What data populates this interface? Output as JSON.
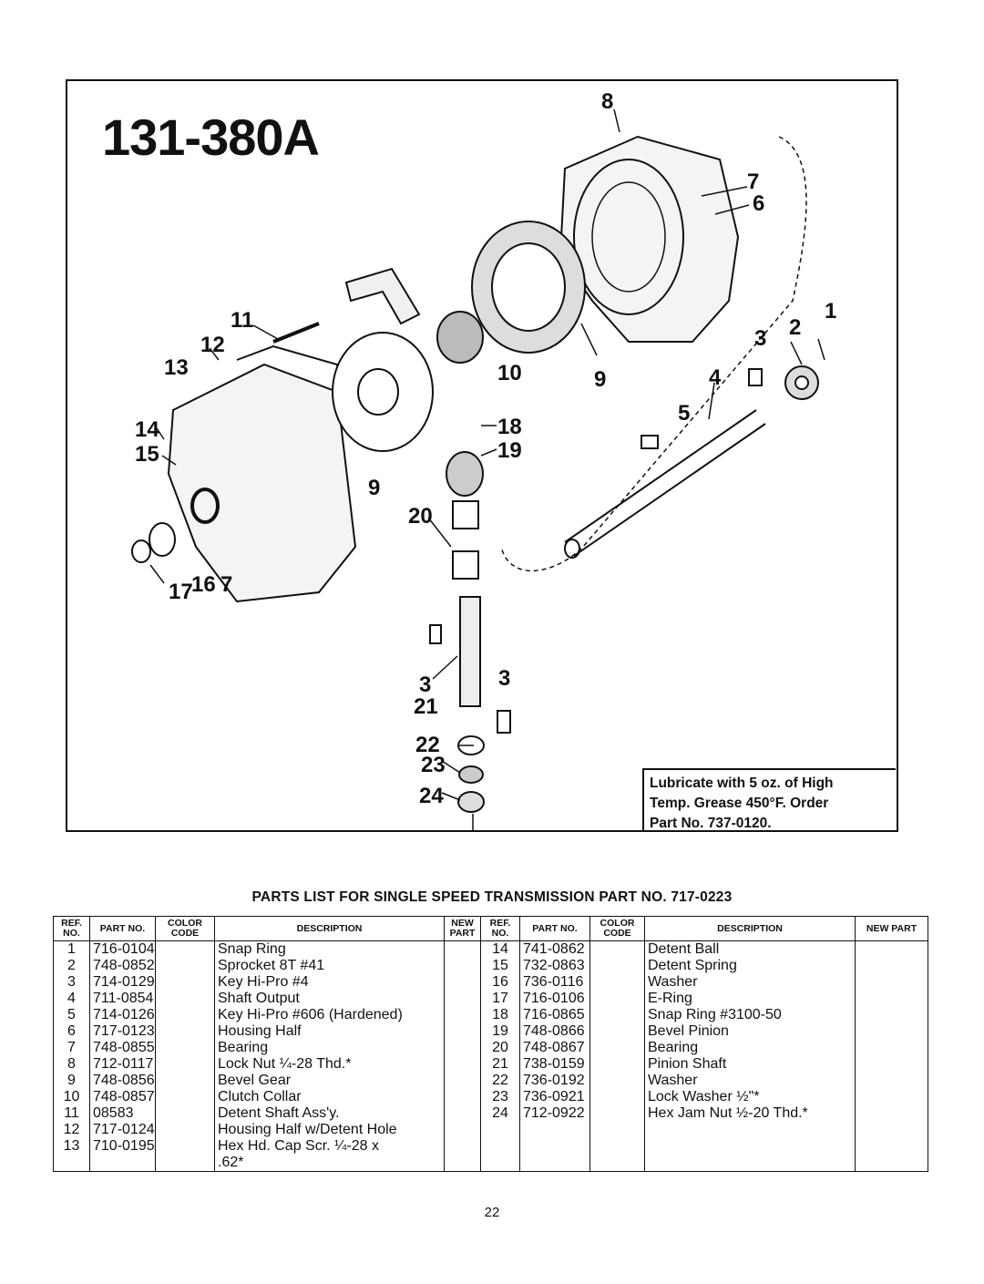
{
  "model_number": "131-380A",
  "callouts": [
    {
      "id": "8",
      "label": "8"
    },
    {
      "id": "7a",
      "label": "7"
    },
    {
      "id": "6",
      "label": "6"
    },
    {
      "id": "11",
      "label": "11"
    },
    {
      "id": "12",
      "label": "12"
    },
    {
      "id": "13",
      "label": "13"
    },
    {
      "id": "2",
      "label": "2"
    },
    {
      "id": "1",
      "label": "1"
    },
    {
      "id": "3a",
      "label": "3"
    },
    {
      "id": "10",
      "label": "10"
    },
    {
      "id": "9a",
      "label": "9"
    },
    {
      "id": "4",
      "label": "4"
    },
    {
      "id": "5",
      "label": "5"
    },
    {
      "id": "14",
      "label": "14"
    },
    {
      "id": "15",
      "label": "15"
    },
    {
      "id": "18",
      "label": "18"
    },
    {
      "id": "19",
      "label": "19"
    },
    {
      "id": "9b",
      "label": "9"
    },
    {
      "id": "20",
      "label": "20"
    },
    {
      "id": "17",
      "label": "17"
    },
    {
      "id": "16",
      "label": "16"
    },
    {
      "id": "7b",
      "label": "7"
    },
    {
      "id": "3b",
      "label": "3"
    },
    {
      "id": "3c",
      "label": "3"
    },
    {
      "id": "21",
      "label": "21"
    },
    {
      "id": "22",
      "label": "22"
    },
    {
      "id": "23",
      "label": "23"
    },
    {
      "id": "24",
      "label": "24"
    }
  ],
  "lube_note": {
    "line1": "Lubricate with 5 oz. of High",
    "line2": "Temp. Grease 450°F. Order",
    "line3": "Part No. 737-0120."
  },
  "parts_heading": "PARTS LIST FOR SINGLE SPEED TRANSMISSION  PART NO. 717-0223",
  "table_headers": {
    "ref": "REF. NO.",
    "part": "PART NO.",
    "color": "COLOR CODE",
    "description": "DESCRIPTION",
    "new": "NEW PART"
  },
  "rows": [
    {
      "l_ref": "1",
      "l_part": "716-0104",
      "l_desc": "Snap Ring",
      "r_ref": "14",
      "r_part": "741-0862",
      "r_desc": "Detent Ball"
    },
    {
      "l_ref": "2",
      "l_part": "748-0852",
      "l_desc": "Sprocket 8T #41",
      "r_ref": "15",
      "r_part": "732-0863",
      "r_desc": "Detent Spring"
    },
    {
      "l_ref": "3",
      "l_part": "714-0129",
      "l_desc": "Key Hi-Pro #4",
      "r_ref": "16",
      "r_part": "736-0116",
      "r_desc": "Washer"
    },
    {
      "l_ref": "4",
      "l_part": "711-0854",
      "l_desc": "Shaft Output",
      "r_ref": "17",
      "r_part": "716-0106",
      "r_desc": "E-Ring"
    },
    {
      "l_ref": "5",
      "l_part": "714-0126",
      "l_desc": "Key Hi-Pro #606 (Hardened)",
      "r_ref": "18",
      "r_part": "716-0865",
      "r_desc": "Snap Ring #3100-50"
    },
    {
      "l_ref": "6",
      "l_part": "717-0123",
      "l_desc": "Housing Half",
      "r_ref": "19",
      "r_part": "748-0866",
      "r_desc": "Bevel Pinion"
    },
    {
      "l_ref": "7",
      "l_part": "748-0855",
      "l_desc": "Bearing",
      "r_ref": "20",
      "r_part": "748-0867",
      "r_desc": "Bearing"
    },
    {
      "l_ref": "8",
      "l_part": "712-0117",
      "l_desc": "Lock Nut ¼-28 Thd.*",
      "r_ref": "21",
      "r_part": "738-0159",
      "r_desc": "Pinion Shaft"
    },
    {
      "l_ref": "9",
      "l_part": "748-0856",
      "l_desc": "Bevel Gear",
      "r_ref": "22",
      "r_part": "736-0192",
      "r_desc": "Washer"
    },
    {
      "l_ref": "10",
      "l_part": "748-0857",
      "l_desc": "Clutch Collar",
      "r_ref": "23",
      "r_part": "736-0921",
      "r_desc": "Lock Washer ½\"*"
    },
    {
      "l_ref": "11",
      "l_part": "08583",
      "l_desc": "Detent Shaft Ass'y.",
      "r_ref": "24",
      "r_part": "712-0922",
      "r_desc": "Hex Jam Nut ½-20 Thd.*"
    },
    {
      "l_ref": "12",
      "l_part": "717-0124",
      "l_desc": "Housing Half w/Detent Hole",
      "r_ref": "",
      "r_part": "",
      "r_desc": ""
    },
    {
      "l_ref": "13",
      "l_part": "710-0195",
      "l_desc": "Hex Hd. Cap Scr. ¼-28 x",
      "r_ref": "",
      "r_part": "",
      "r_desc": ""
    },
    {
      "l_ref": "",
      "l_part": "",
      "l_desc": ".62*",
      "r_ref": "",
      "r_part": "",
      "r_desc": ""
    }
  ],
  "page_number": "22"
}
